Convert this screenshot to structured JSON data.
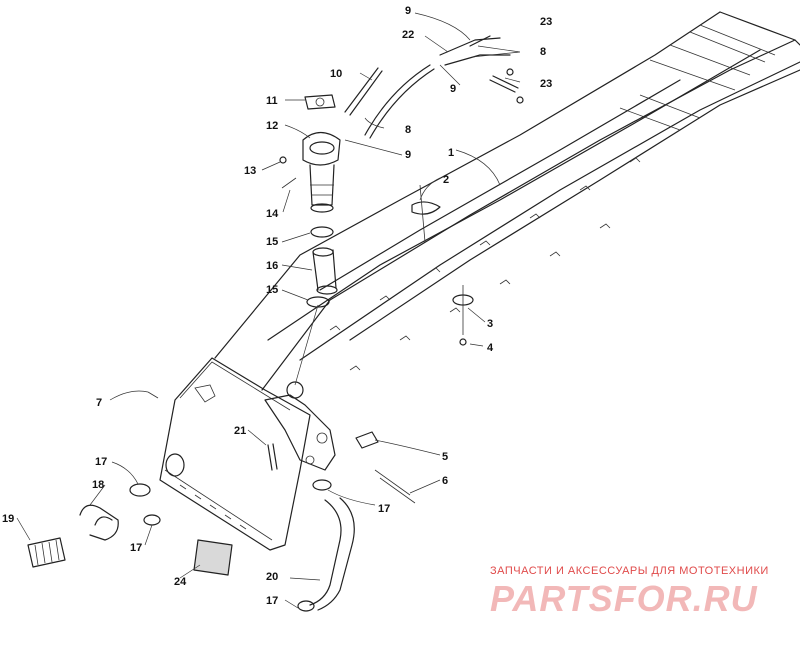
{
  "diagram": {
    "callouts": [
      {
        "id": "c1",
        "text": "1"
      },
      {
        "id": "c2",
        "text": "2"
      },
      {
        "id": "c3",
        "text": "3"
      },
      {
        "id": "c4",
        "text": "4"
      },
      {
        "id": "c5",
        "text": "5"
      },
      {
        "id": "c6",
        "text": "6"
      },
      {
        "id": "c7",
        "text": "7"
      },
      {
        "id": "c8a",
        "text": "8"
      },
      {
        "id": "c8b",
        "text": "8"
      },
      {
        "id": "c9a",
        "text": "9"
      },
      {
        "id": "c9b",
        "text": "9"
      },
      {
        "id": "c9c",
        "text": "9"
      },
      {
        "id": "c10",
        "text": "10"
      },
      {
        "id": "c11",
        "text": "11"
      },
      {
        "id": "c12",
        "text": "12"
      },
      {
        "id": "c13",
        "text": "13"
      },
      {
        "id": "c14",
        "text": "14"
      },
      {
        "id": "c15a",
        "text": "15"
      },
      {
        "id": "c15b",
        "text": "15"
      },
      {
        "id": "c16",
        "text": "16"
      },
      {
        "id": "c17a",
        "text": "17"
      },
      {
        "id": "c17b",
        "text": "17"
      },
      {
        "id": "c17c",
        "text": "17"
      },
      {
        "id": "c17d",
        "text": "17"
      },
      {
        "id": "c18",
        "text": "18"
      },
      {
        "id": "c19",
        "text": "19"
      },
      {
        "id": "c20",
        "text": "20"
      },
      {
        "id": "c21",
        "text": "21"
      },
      {
        "id": "c22",
        "text": "22"
      },
      {
        "id": "c23a",
        "text": "23"
      },
      {
        "id": "c23b",
        "text": "23"
      },
      {
        "id": "c24",
        "text": "24"
      }
    ]
  },
  "watermark": {
    "tagline": "ЗАПЧАСТИ И АКСЕССУАРЫ ДЛЯ МОТОТЕХНИКИ",
    "logo": "PARTSFOR.RU"
  }
}
